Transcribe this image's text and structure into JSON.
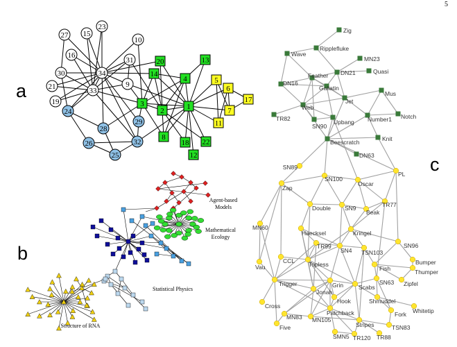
{
  "page_number": "5",
  "panels": {
    "a": {
      "label": "a"
    },
    "b": {
      "label": "b",
      "cluster_labels": {
        "agent": "Agent-based\nModels",
        "ecology": "Mathematical\nEcology",
        "physics": "Statistical Physics",
        "rna": "Structure of RNA"
      }
    },
    "c": {
      "label": "c"
    }
  },
  "colors": {
    "white": "#ffffff",
    "blue": "#8fc1e6",
    "green": "#22e022",
    "yellow": "#ffff22",
    "red": "#dd2222",
    "lightgreen": "#33dd33",
    "navy": "#0f0f9a",
    "midblue": "#4aa0e0",
    "paleblue": "#bcd8ee",
    "gold": "#f0d010",
    "darkgreen": "#3a7a3a",
    "dolphin": "#ffe52e",
    "edge": "#000000",
    "dolphin_edge": "#a0a0a0"
  },
  "network_a": {
    "nodes": [
      {
        "id": "27",
        "shape": "circle",
        "color": "white"
      },
      {
        "id": "15",
        "shape": "circle",
        "color": "white"
      },
      {
        "id": "23",
        "shape": "circle",
        "color": "white"
      },
      {
        "id": "10",
        "shape": "circle",
        "color": "white"
      },
      {
        "id": "16",
        "shape": "circle",
        "color": "white"
      },
      {
        "id": "31",
        "shape": "circle",
        "color": "white"
      },
      {
        "id": "30",
        "shape": "circle",
        "color": "white"
      },
      {
        "id": "34",
        "shape": "circle",
        "color": "white"
      },
      {
        "id": "21",
        "shape": "circle",
        "color": "white"
      },
      {
        "id": "9",
        "shape": "circle",
        "color": "white"
      },
      {
        "id": "33",
        "shape": "circle",
        "color": "white"
      },
      {
        "id": "19",
        "shape": "circle",
        "color": "white"
      },
      {
        "id": "24",
        "shape": "circle",
        "color": "blue"
      },
      {
        "id": "28",
        "shape": "circle",
        "color": "blue"
      },
      {
        "id": "29",
        "shape": "circle",
        "color": "blue"
      },
      {
        "id": "26",
        "shape": "circle",
        "color": "blue"
      },
      {
        "id": "32",
        "shape": "circle",
        "color": "blue"
      },
      {
        "id": "25",
        "shape": "circle",
        "color": "blue"
      },
      {
        "id": "20",
        "shape": "square",
        "color": "green"
      },
      {
        "id": "13",
        "shape": "square",
        "color": "green"
      },
      {
        "id": "14",
        "shape": "square",
        "color": "green"
      },
      {
        "id": "4",
        "shape": "square",
        "color": "green"
      },
      {
        "id": "3",
        "shape": "square",
        "color": "green"
      },
      {
        "id": "2",
        "shape": "square",
        "color": "green"
      },
      {
        "id": "1",
        "shape": "square",
        "color": "green"
      },
      {
        "id": "8",
        "shape": "square",
        "color": "green"
      },
      {
        "id": "18",
        "shape": "square",
        "color": "green"
      },
      {
        "id": "22",
        "shape": "square",
        "color": "green"
      },
      {
        "id": "12",
        "shape": "square",
        "color": "green"
      },
      {
        "id": "5",
        "shape": "square",
        "color": "yellow"
      },
      {
        "id": "6",
        "shape": "square",
        "color": "yellow"
      },
      {
        "id": "17",
        "shape": "square",
        "color": "yellow"
      },
      {
        "id": "7",
        "shape": "square",
        "color": "yellow"
      },
      {
        "id": "11",
        "shape": "square",
        "color": "yellow"
      }
    ],
    "edges": [
      [
        "1",
        "2"
      ],
      [
        "1",
        "3"
      ],
      [
        "1",
        "4"
      ],
      [
        "1",
        "5"
      ],
      [
        "1",
        "6"
      ],
      [
        "1",
        "7"
      ],
      [
        "1",
        "8"
      ],
      [
        "1",
        "9"
      ],
      [
        "1",
        "11"
      ],
      [
        "1",
        "12"
      ],
      [
        "1",
        "13"
      ],
      [
        "1",
        "14"
      ],
      [
        "1",
        "18"
      ],
      [
        "1",
        "20"
      ],
      [
        "1",
        "22"
      ],
      [
        "1",
        "32"
      ],
      [
        "2",
        "3"
      ],
      [
        "2",
        "4"
      ],
      [
        "2",
        "8"
      ],
      [
        "2",
        "14"
      ],
      [
        "2",
        "18"
      ],
      [
        "2",
        "20"
      ],
      [
        "2",
        "22"
      ],
      [
        "2",
        "31"
      ],
      [
        "3",
        "4"
      ],
      [
        "3",
        "8"
      ],
      [
        "3",
        "9"
      ],
      [
        "3",
        "10"
      ],
      [
        "3",
        "14"
      ],
      [
        "3",
        "28"
      ],
      [
        "3",
        "29"
      ],
      [
        "3",
        "33"
      ],
      [
        "4",
        "8"
      ],
      [
        "4",
        "13"
      ],
      [
        "4",
        "14"
      ],
      [
        "5",
        "7"
      ],
      [
        "5",
        "11"
      ],
      [
        "6",
        "7"
      ],
      [
        "6",
        "11"
      ],
      [
        "6",
        "17"
      ],
      [
        "7",
        "17"
      ],
      [
        "9",
        "31"
      ],
      [
        "9",
        "33"
      ],
      [
        "9",
        "34"
      ],
      [
        "10",
        "34"
      ],
      [
        "14",
        "34"
      ],
      [
        "15",
        "33"
      ],
      [
        "15",
        "34"
      ],
      [
        "16",
        "33"
      ],
      [
        "16",
        "34"
      ],
      [
        "19",
        "33"
      ],
      [
        "19",
        "34"
      ],
      [
        "20",
        "34"
      ],
      [
        "21",
        "33"
      ],
      [
        "21",
        "34"
      ],
      [
        "23",
        "33"
      ],
      [
        "23",
        "34"
      ],
      [
        "24",
        "26"
      ],
      [
        "24",
        "28"
      ],
      [
        "24",
        "30"
      ],
      [
        "24",
        "33"
      ],
      [
        "24",
        "34"
      ],
      [
        "25",
        "26"
      ],
      [
        "25",
        "28"
      ],
      [
        "25",
        "32"
      ],
      [
        "26",
        "32"
      ],
      [
        "27",
        "30"
      ],
      [
        "27",
        "34"
      ],
      [
        "28",
        "34"
      ],
      [
        "29",
        "32"
      ],
      [
        "29",
        "34"
      ],
      [
        "30",
        "33"
      ],
      [
        "30",
        "34"
      ],
      [
        "31",
        "33"
      ],
      [
        "31",
        "34"
      ],
      [
        "32",
        "33"
      ],
      [
        "32",
        "34"
      ],
      [
        "33",
        "34"
      ]
    ]
  },
  "network_c": {
    "nodes": [
      "Zig",
      "Ripplefluke",
      "Wave",
      "MN23",
      "DN21",
      "Quasi",
      "Feather",
      "DN16",
      "Gallatin",
      "Mus",
      "Jet",
      "Web",
      "Notch",
      "TR82",
      "SN90",
      "Upbang",
      "Number1",
      "Knit",
      "Beescratch",
      "DN63",
      "SN89",
      "SN100",
      "PL",
      "Zap",
      "Oscar",
      "TR77",
      "Double",
      "SN9",
      "Beak",
      "MN60",
      "Haecksel",
      "Kringel",
      "SN96",
      "TR99",
      "SN4",
      "TSN103",
      "CCL",
      "Vau",
      "Topless",
      "Fish",
      "Bumper",
      "Thumper",
      "Zipfel",
      "SN63",
      "Trigger",
      "Grin",
      "Scabs",
      "Jonah",
      "Hook",
      "Shmuddel",
      "Cross",
      "Patchback",
      "Fork",
      "Whitetip",
      "MN83",
      "MN105",
      "Stripes",
      "TSN83",
      "Five",
      "SMN5",
      "TR120",
      "TR88"
    ],
    "edges": [
      [
        "Zig",
        "Ripplefluke"
      ],
      [
        "Ripplefluke",
        "Wave"
      ],
      [
        "Ripplefluke",
        "DN21"
      ],
      [
        "Wave",
        "Feather"
      ],
      [
        "Wave",
        "DN16"
      ],
      [
        "Feather",
        "DN16"
      ],
      [
        "Feather",
        "Gallatin"
      ],
      [
        "Feather",
        "DN21"
      ],
      [
        "Feather",
        "Web"
      ],
      [
        "Feather",
        "Jet"
      ],
      [
        "Feather",
        "SN90"
      ],
      [
        "MN23",
        "DN21"
      ],
      [
        "DN21",
        "Gallatin"
      ],
      [
        "DN21",
        "Jet"
      ],
      [
        "DN21",
        "Quasi"
      ],
      [
        "DN16",
        "Web"
      ],
      [
        "DN16",
        "Gallatin"
      ],
      [
        "Gallatin",
        "Web"
      ],
      [
        "Gallatin",
        "Jet"
      ],
      [
        "Gallatin",
        "Upbang"
      ],
      [
        "Jet",
        "Mus"
      ],
      [
        "Jet",
        "Web"
      ],
      [
        "Jet",
        "Number1"
      ],
      [
        "Jet",
        "Beescratch"
      ],
      [
        "Mus",
        "Notch"
      ],
      [
        "Mus",
        "Number1"
      ],
      [
        "Number1",
        "Notch"
      ],
      [
        "Number1",
        "Beescratch"
      ],
      [
        "Number1",
        "Knit"
      ],
      [
        "Web",
        "TR82"
      ],
      [
        "Web",
        "SN90"
      ],
      [
        "Web",
        "Upbang"
      ],
      [
        "Web",
        "Beescratch"
      ],
      [
        "SN90",
        "Upbang"
      ],
      [
        "Upbang",
        "Beescratch"
      ],
      [
        "Beescratch",
        "Knit"
      ],
      [
        "Beescratch",
        "DN63"
      ],
      [
        "Beescratch",
        "SN89"
      ],
      [
        "Beescratch",
        "SN100"
      ],
      [
        "Beescratch",
        "PL"
      ],
      [
        "Upbang",
        "Oscar"
      ],
      [
        "Knit",
        "PL"
      ],
      [
        "SN89",
        "Zap"
      ],
      [
        "SN100",
        "Zap"
      ],
      [
        "SN100",
        "Double"
      ],
      [
        "SN100",
        "SN9"
      ],
      [
        "SN100",
        "Oscar"
      ],
      [
        "PL",
        "Oscar"
      ],
      [
        "PL",
        "TR77"
      ],
      [
        "PL",
        "SN96"
      ],
      [
        "Zap",
        "MN60"
      ],
      [
        "Zap",
        "Double"
      ],
      [
        "Zap",
        "Vau"
      ],
      [
        "Zap",
        "CCL"
      ],
      [
        "Oscar",
        "SN9"
      ],
      [
        "Oscar",
        "TR77"
      ],
      [
        "Oscar",
        "Beak"
      ],
      [
        "Double",
        "SN9"
      ],
      [
        "Double",
        "Haecksel"
      ],
      [
        "Double",
        "Topless"
      ],
      [
        "SN9",
        "Beak"
      ],
      [
        "SN9",
        "Kringel"
      ],
      [
        "SN9",
        "SN4"
      ],
      [
        "Beak",
        "Kringel"
      ],
      [
        "Beak",
        "TR77"
      ],
      [
        "TR77",
        "Kringel"
      ],
      [
        "TR77",
        "SN63"
      ],
      [
        "MN60",
        "Trigger"
      ],
      [
        "MN60",
        "Vau"
      ],
      [
        "Haecksel",
        "TR99"
      ],
      [
        "Haecksel",
        "SN4"
      ],
      [
        "Haecksel",
        "Topless"
      ],
      [
        "Haecksel",
        "Jonah"
      ],
      [
        "Kringel",
        "SN4"
      ],
      [
        "Kringel",
        "TSN103"
      ],
      [
        "Kringel",
        "SN96"
      ],
      [
        "Kringel",
        "Topless"
      ],
      [
        "SN4",
        "TSN103"
      ],
      [
        "SN4",
        "Topless"
      ],
      [
        "SN4",
        "Grin"
      ],
      [
        "SN4",
        "Scabs"
      ],
      [
        "SN4",
        "TR99"
      ],
      [
        "TR99",
        "Topless"
      ],
      [
        "TR99",
        "Trigger"
      ],
      [
        "TR99",
        "Jonah"
      ],
      [
        "SN96",
        "Fish"
      ],
      [
        "SN96",
        "Bumper"
      ],
      [
        "TSN103",
        "Fish"
      ],
      [
        "TSN103",
        "Scabs"
      ],
      [
        "TSN103",
        "Stripes"
      ],
      [
        "CCL",
        "Topless"
      ],
      [
        "CCL",
        "Trigger"
      ],
      [
        "Topless",
        "Grin"
      ],
      [
        "Topless",
        "Trigger"
      ],
      [
        "Topless",
        "Jonah"
      ],
      [
        "Topless",
        "Hook"
      ],
      [
        "Topless",
        "Scabs"
      ],
      [
        "Fish",
        "Thumper"
      ],
      [
        "Fish",
        "Zipfel"
      ],
      [
        "Fish",
        "SN63"
      ],
      [
        "SN63",
        "Scabs"
      ],
      [
        "SN63",
        "Shmuddel"
      ],
      [
        "SN63",
        "Fork"
      ],
      [
        "Trigger",
        "Grin"
      ],
      [
        "Trigger",
        "Cross"
      ],
      [
        "Trigger",
        "Jonah"
      ],
      [
        "Trigger",
        "Patchback"
      ],
      [
        "Trigger",
        "Five"
      ],
      [
        "Grin",
        "Scabs"
      ],
      [
        "Grin",
        "Jonah"
      ],
      [
        "Grin",
        "Hook"
      ],
      [
        "Grin",
        "Patchback"
      ],
      [
        "Grin",
        "MN83"
      ],
      [
        "Grin",
        "MN105"
      ],
      [
        "Scabs",
        "Hook"
      ],
      [
        "Scabs",
        "Shmuddel"
      ],
      [
        "Scabs",
        "Patchback"
      ],
      [
        "Scabs",
        "Stripes"
      ],
      [
        "Jonah",
        "MN83"
      ],
      [
        "Jonah",
        "MN105"
      ],
      [
        "Jonah",
        "Patchback"
      ],
      [
        "Hook",
        "Patchback"
      ],
      [
        "Shmuddel",
        "Fork"
      ],
      [
        "Shmuddel",
        "Whitetip"
      ],
      [
        "Patchback",
        "Stripes"
      ],
      [
        "Patchback",
        "SMN5"
      ],
      [
        "Patchback",
        "TR120"
      ],
      [
        "Patchback",
        "MN105"
      ],
      [
        "MN83",
        "MN105"
      ],
      [
        "MN105",
        "Stripes"
      ],
      [
        "Stripes",
        "TSN83"
      ],
      [
        "Stripes",
        "TR88"
      ],
      [
        "Stripes",
        "TR120"
      ],
      [
        "Fork",
        "TSN83"
      ],
      [
        "Vau",
        "Trigger"
      ],
      [
        "Five",
        "MN83"
      ],
      [
        "SMN5",
        "TR120"
      ],
      [
        "Bumper",
        "Thumper"
      ],
      [
        "Zipfel",
        "Thumper"
      ]
    ]
  }
}
